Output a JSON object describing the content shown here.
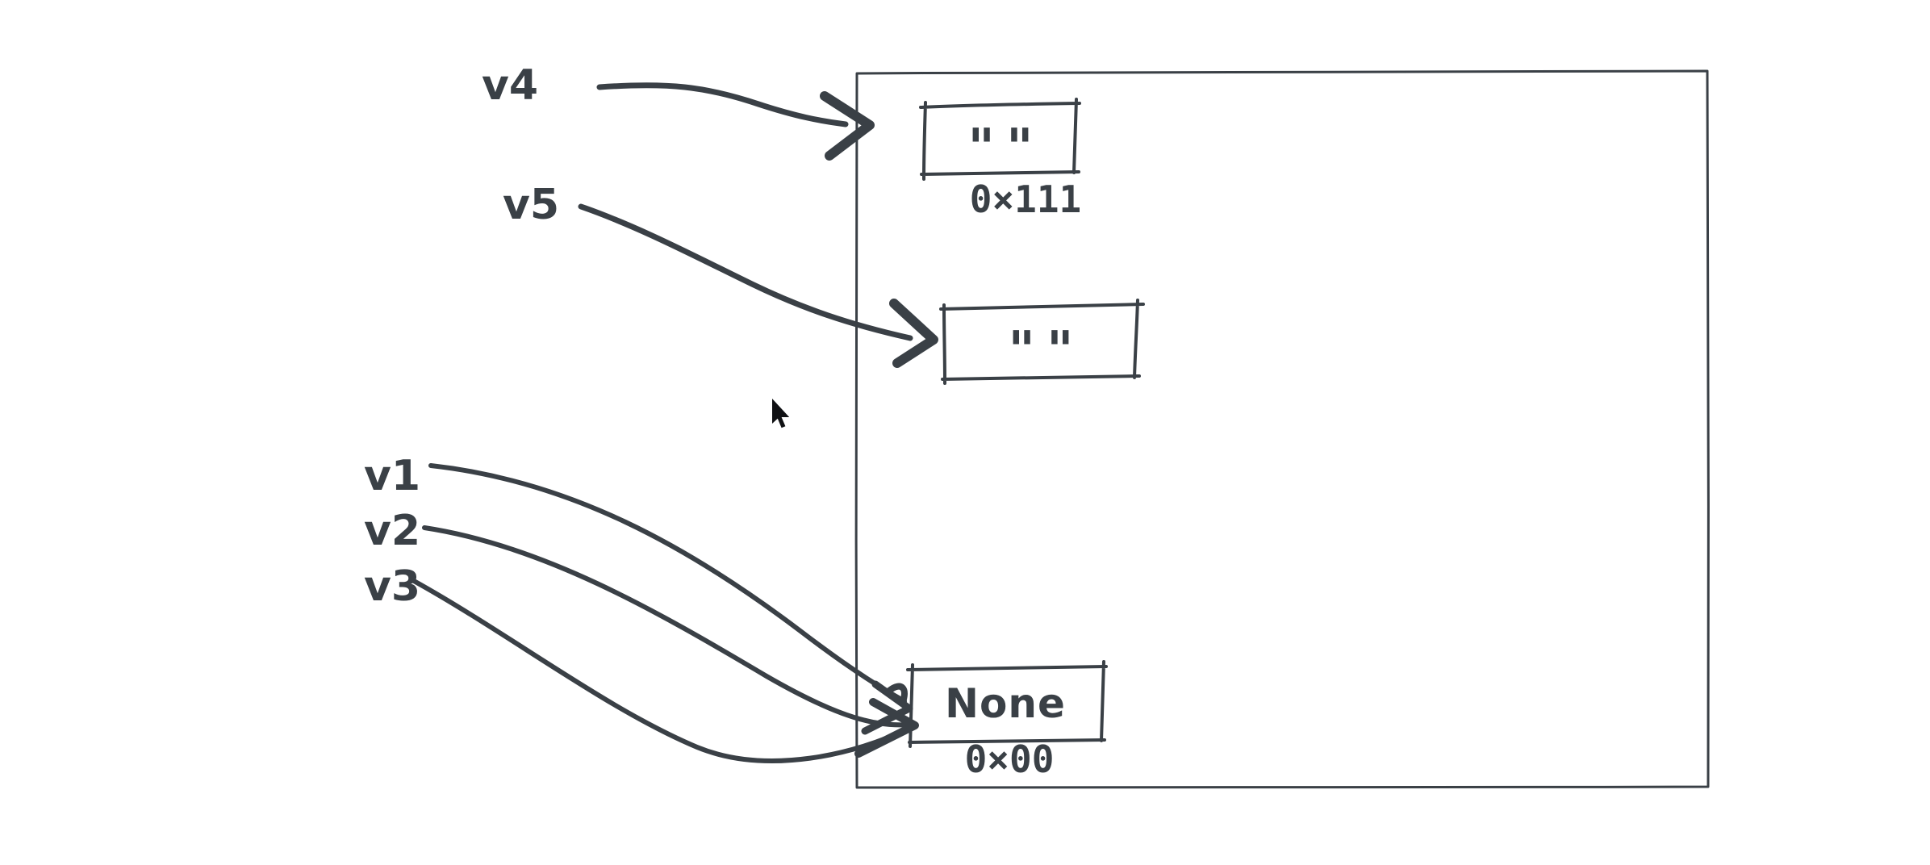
{
  "colors": {
    "background": "#ffffff",
    "ink": "#3a4046"
  },
  "variables": {
    "v1": "v1",
    "v2": "v2",
    "v3": "v3",
    "v4": "v4",
    "v5": "v5"
  },
  "heap": {
    "top_box": {
      "value": "\" \"",
      "address": "0×111"
    },
    "middle_box": {
      "value": "\" \""
    },
    "bottom_box": {
      "value": "None",
      "address": "0×00"
    }
  }
}
